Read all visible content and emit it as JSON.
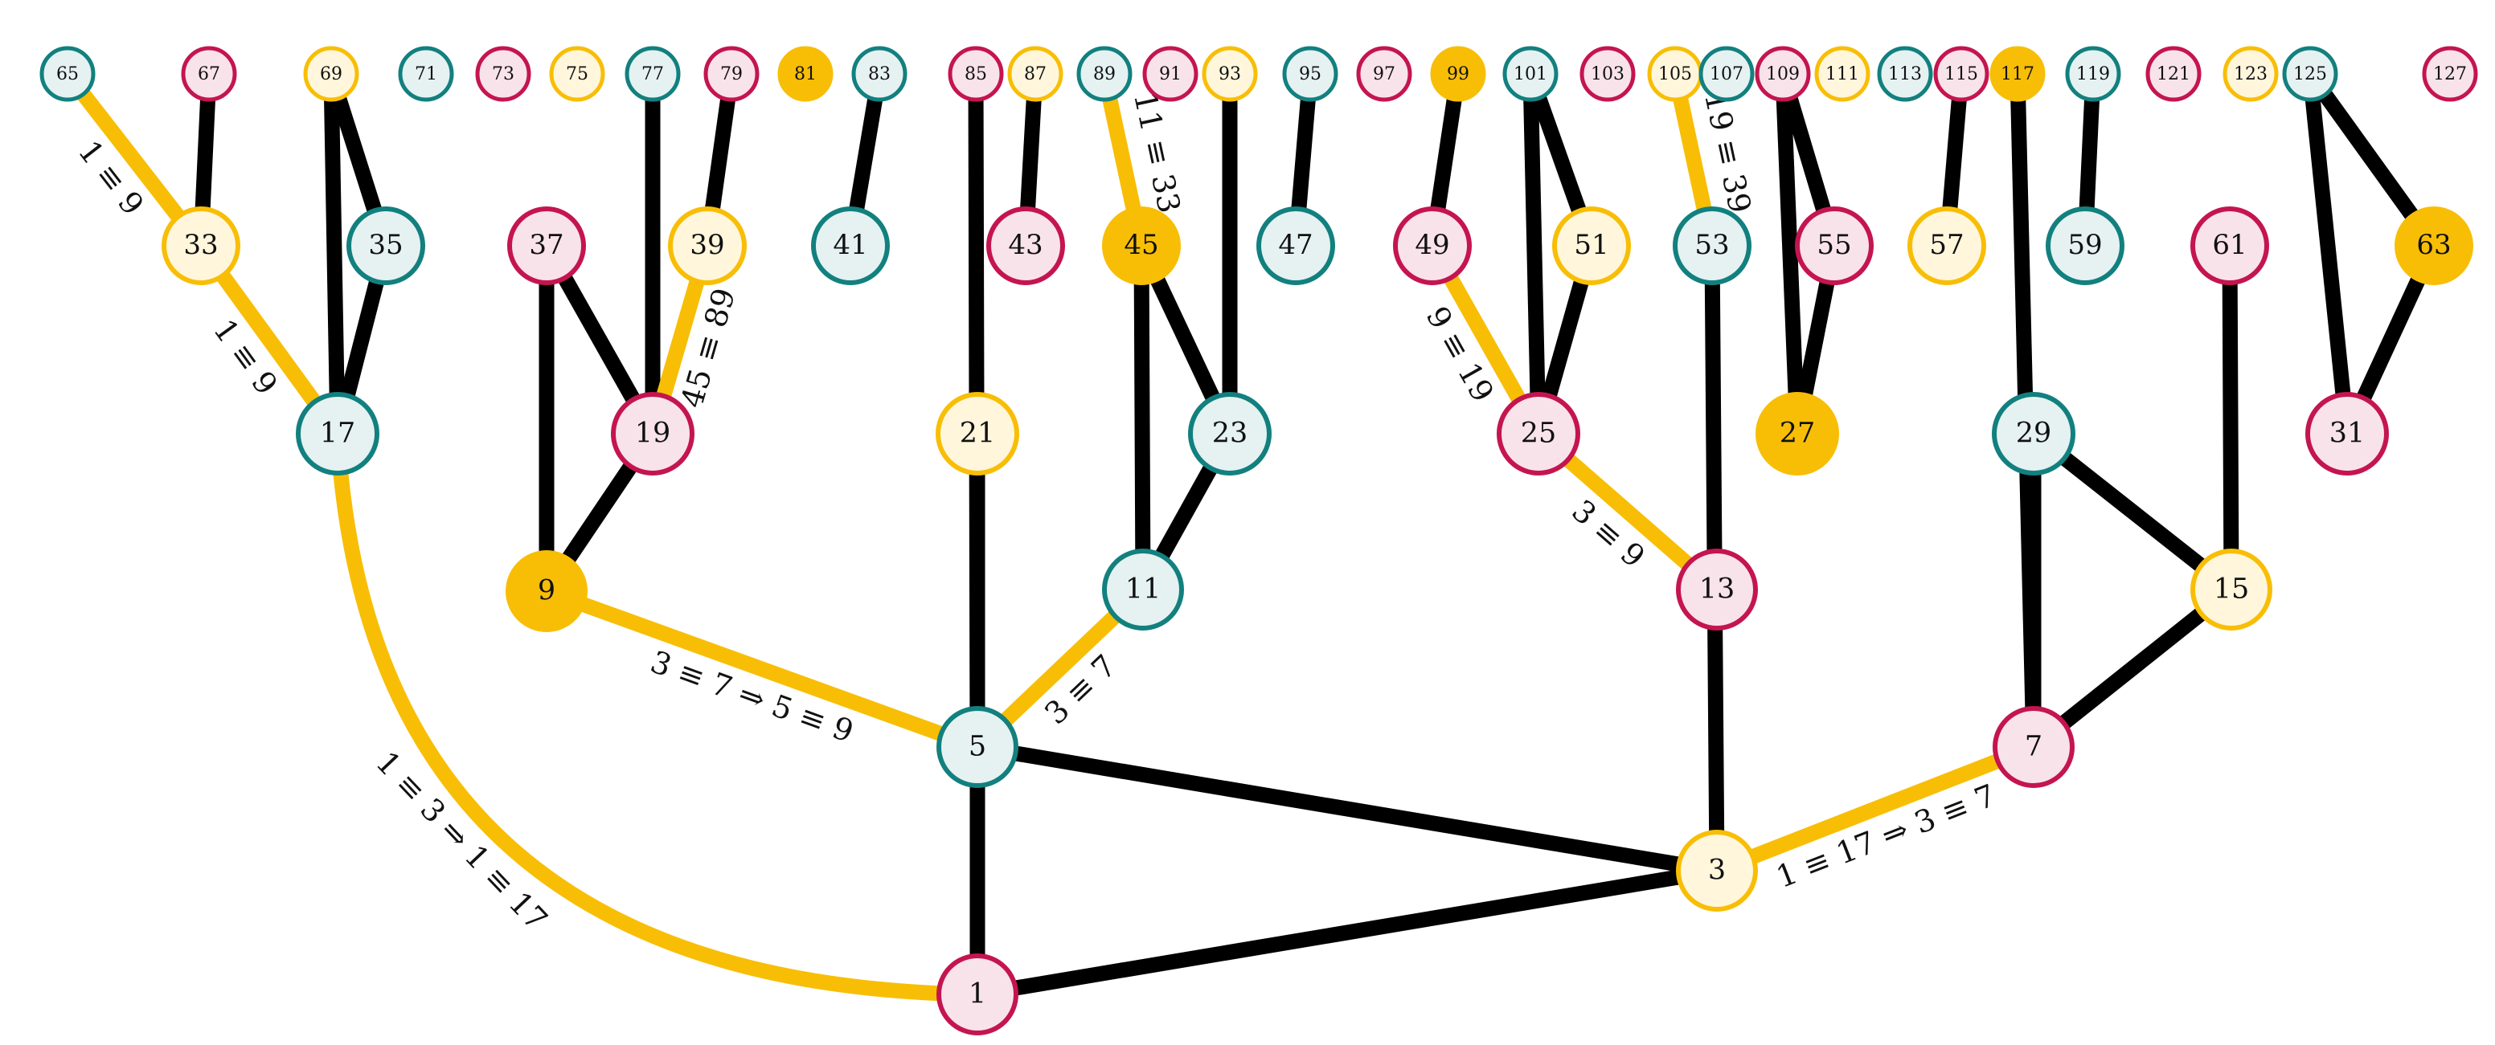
{
  "palette": {
    "teal": {
      "stroke": "#12807f",
      "fill": "#e5f2f1"
    },
    "crimson": {
      "stroke": "#c4154f",
      "fill": "#f9e3ea"
    },
    "gold": {
      "stroke": "#f8be06",
      "fill": "#fff6dc"
    },
    "solid": {
      "stroke": "#f8be06",
      "fill": "#f8be06"
    },
    "black_edge": "#000000",
    "gold_edge": "#f8be06"
  },
  "nodes": [
    {
      "id": "65",
      "style": "teal"
    },
    {
      "id": "67",
      "style": "crimson"
    },
    {
      "id": "69",
      "style": "gold"
    },
    {
      "id": "71",
      "style": "teal"
    },
    {
      "id": "73",
      "style": "crimson"
    },
    {
      "id": "75",
      "style": "gold"
    },
    {
      "id": "77",
      "style": "teal"
    },
    {
      "id": "79",
      "style": "crimson"
    },
    {
      "id": "81",
      "style": "solid"
    },
    {
      "id": "83",
      "style": "teal"
    },
    {
      "id": "85",
      "style": "crimson"
    },
    {
      "id": "87",
      "style": "gold"
    },
    {
      "id": "89",
      "style": "teal"
    },
    {
      "id": "91",
      "style": "crimson"
    },
    {
      "id": "93",
      "style": "gold"
    },
    {
      "id": "95",
      "style": "teal"
    },
    {
      "id": "97",
      "style": "crimson"
    },
    {
      "id": "99",
      "style": "solid"
    },
    {
      "id": "101",
      "style": "teal"
    },
    {
      "id": "103",
      "style": "crimson"
    },
    {
      "id": "105",
      "style": "gold"
    },
    {
      "id": "107",
      "style": "teal"
    },
    {
      "id": "109",
      "style": "crimson"
    },
    {
      "id": "111",
      "style": "gold"
    },
    {
      "id": "113",
      "style": "teal"
    },
    {
      "id": "115",
      "style": "crimson"
    },
    {
      "id": "117",
      "style": "solid"
    },
    {
      "id": "119",
      "style": "teal"
    },
    {
      "id": "121",
      "style": "crimson"
    },
    {
      "id": "123",
      "style": "gold"
    },
    {
      "id": "125",
      "style": "teal"
    },
    {
      "id": "127",
      "style": "crimson"
    },
    {
      "id": "33",
      "style": "gold"
    },
    {
      "id": "35",
      "style": "teal"
    },
    {
      "id": "37",
      "style": "crimson"
    },
    {
      "id": "39",
      "style": "gold"
    },
    {
      "id": "41",
      "style": "teal"
    },
    {
      "id": "43",
      "style": "crimson"
    },
    {
      "id": "45",
      "style": "solid"
    },
    {
      "id": "47",
      "style": "teal"
    },
    {
      "id": "49",
      "style": "crimson"
    },
    {
      "id": "51",
      "style": "gold"
    },
    {
      "id": "53",
      "style": "teal"
    },
    {
      "id": "55",
      "style": "crimson"
    },
    {
      "id": "57",
      "style": "gold"
    },
    {
      "id": "59",
      "style": "teal"
    },
    {
      "id": "61",
      "style": "crimson"
    },
    {
      "id": "63",
      "style": "solid"
    },
    {
      "id": "17",
      "style": "teal"
    },
    {
      "id": "19",
      "style": "crimson"
    },
    {
      "id": "21",
      "style": "gold"
    },
    {
      "id": "23",
      "style": "teal"
    },
    {
      "id": "25",
      "style": "crimson"
    },
    {
      "id": "27",
      "style": "solid"
    },
    {
      "id": "29",
      "style": "teal"
    },
    {
      "id": "31",
      "style": "crimson"
    },
    {
      "id": "9",
      "style": "solid"
    },
    {
      "id": "11",
      "style": "teal"
    },
    {
      "id": "13",
      "style": "crimson"
    },
    {
      "id": "15",
      "style": "gold"
    },
    {
      "id": "5",
      "style": "teal"
    },
    {
      "id": "7",
      "style": "crimson"
    },
    {
      "id": "3",
      "style": "gold"
    },
    {
      "id": "1",
      "style": "crimson"
    }
  ],
  "edges": [
    {
      "from": "65",
      "to": "33",
      "kind": "gold",
      "label": "1 ≡ 9"
    },
    {
      "from": "67",
      "to": "33",
      "kind": "black"
    },
    {
      "from": "69",
      "to": "35",
      "kind": "black"
    },
    {
      "from": "69",
      "to": "17",
      "kind": "black"
    },
    {
      "from": "77",
      "to": "19",
      "kind": "black"
    },
    {
      "from": "79",
      "to": "39",
      "kind": "black"
    },
    {
      "from": "83",
      "to": "41",
      "kind": "black"
    },
    {
      "from": "85",
      "to": "5",
      "kind": "black"
    },
    {
      "from": "87",
      "to": "43",
      "kind": "black"
    },
    {
      "from": "89",
      "to": "45",
      "kind": "gold",
      "label": "11 ≡ 33"
    },
    {
      "from": "93",
      "to": "23",
      "kind": "black"
    },
    {
      "from": "95",
      "to": "47",
      "kind": "black"
    },
    {
      "from": "99",
      "to": "49",
      "kind": "black"
    },
    {
      "from": "101",
      "to": "51",
      "kind": "black"
    },
    {
      "from": "101",
      "to": "25",
      "kind": "black"
    },
    {
      "from": "105",
      "to": "53",
      "kind": "gold",
      "label": "19 ≡ 39"
    },
    {
      "from": "109",
      "to": "55",
      "kind": "black"
    },
    {
      "from": "109",
      "to": "27",
      "kind": "black"
    },
    {
      "from": "115",
      "to": "57",
      "kind": "black"
    },
    {
      "from": "117",
      "to": "7",
      "kind": "black"
    },
    {
      "from": "119",
      "to": "59",
      "kind": "black"
    },
    {
      "from": "125",
      "to": "63",
      "kind": "black"
    },
    {
      "from": "125",
      "to": "31",
      "kind": "black"
    },
    {
      "from": "33",
      "to": "17",
      "kind": "gold",
      "label": "1 ≡ 9"
    },
    {
      "from": "35",
      "to": "17",
      "kind": "black"
    },
    {
      "from": "37",
      "to": "9",
      "kind": "black"
    },
    {
      "from": "37",
      "to": "19",
      "kind": "black"
    },
    {
      "from": "39",
      "to": "19",
      "kind": "gold",
      "label": "45 ≡ 89"
    },
    {
      "from": "45",
      "to": "11",
      "kind": "black"
    },
    {
      "from": "45",
      "to": "23",
      "kind": "black"
    },
    {
      "from": "49",
      "to": "25",
      "kind": "gold",
      "label": "9 ≡ 19"
    },
    {
      "from": "51",
      "to": "25",
      "kind": "black"
    },
    {
      "from": "53",
      "to": "3",
      "kind": "black"
    },
    {
      "from": "55",
      "to": "27",
      "kind": "black"
    },
    {
      "from": "61",
      "to": "15",
      "kind": "black"
    },
    {
      "from": "63",
      "to": "31",
      "kind": "black"
    },
    {
      "from": "17",
      "to": "1",
      "kind": "gold",
      "curve": true,
      "label": "1 ≡ 3 ⇒ 1 ≡ 17"
    },
    {
      "from": "19",
      "to": "9",
      "kind": "black"
    },
    {
      "from": "21",
      "to": "5",
      "kind": "black"
    },
    {
      "from": "23",
      "to": "11",
      "kind": "black"
    },
    {
      "from": "25",
      "to": "13",
      "kind": "gold",
      "label": "3 ≡ 9"
    },
    {
      "from": "29",
      "to": "7",
      "kind": "black"
    },
    {
      "from": "29",
      "to": "15",
      "kind": "black"
    },
    {
      "from": "9",
      "to": "5",
      "kind": "gold",
      "label": "3 ≡ 7 ⇒ 5 ≡ 9"
    },
    {
      "from": "11",
      "to": "5",
      "kind": "gold",
      "label": "3 ≡ 7"
    },
    {
      "from": "15",
      "to": "7",
      "kind": "black"
    },
    {
      "from": "5",
      "to": "3",
      "kind": "black"
    },
    {
      "from": "5",
      "to": "1",
      "kind": "black"
    },
    {
      "from": "7",
      "to": "3",
      "kind": "gold",
      "label": "1 ≡ 17 ⇒ 3 ≡ 7"
    },
    {
      "from": "1",
      "to": "3",
      "kind": "black"
    }
  ]
}
